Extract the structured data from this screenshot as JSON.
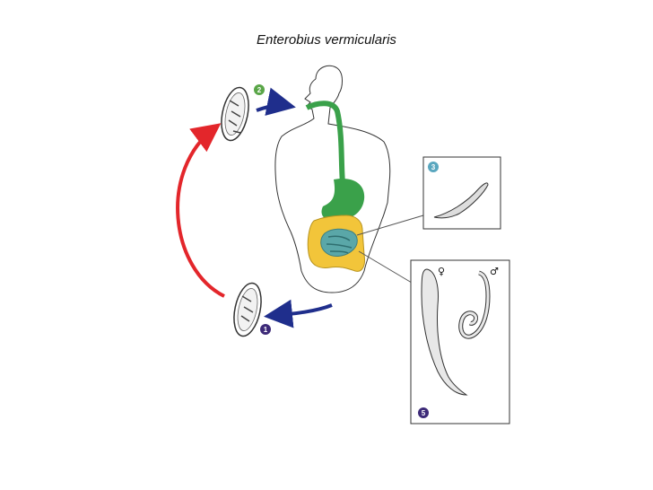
{
  "title": "Enterobius vermicularis",
  "steps": [
    {
      "number": "1",
      "color": "#3d2a78"
    },
    {
      "number": "2",
      "color": "#5aa648"
    },
    {
      "number": "3",
      "color": "#5aa7bf"
    },
    {
      "number": "5",
      "color": "#3d2a78"
    }
  ],
  "symbols": {
    "female": "♀",
    "male": "♂"
  },
  "colors": {
    "arrow_blue": "#1f2e8c",
    "arrow_red": "#e3262b",
    "digestive_green": "#3aa14a",
    "colon_yellow": "#f2c53a",
    "intestine_teal": "#5aa7a8"
  }
}
